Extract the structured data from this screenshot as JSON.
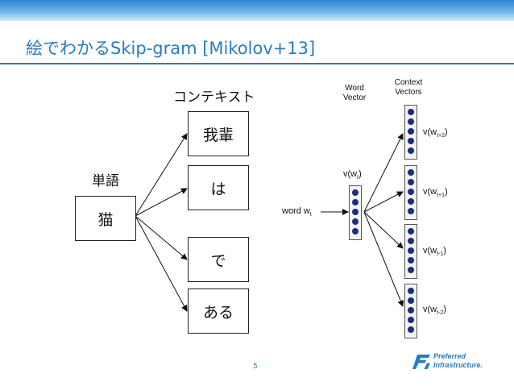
{
  "slide": {
    "title": "絵でわかるSkip-gram [Mikolov+13]",
    "page_number": "5"
  },
  "left_diagram": {
    "context_label": "コンテキスト",
    "word_label": "単語",
    "center_word": "猫",
    "context_words": [
      "我輩",
      "は",
      "で",
      "ある"
    ]
  },
  "right_diagram": {
    "word_vector_header": [
      "Word",
      "Vector"
    ],
    "context_vectors_header": [
      "Context",
      "Vectors"
    ],
    "input_label": "word w",
    "input_sub": "t",
    "word_vec_label": "v(w",
    "word_vec_sub": "t",
    "context_labels": [
      {
        "text": "v(w",
        "sub": "t+2",
        "close": ")"
      },
      {
        "text": "v(w",
        "sub": "t+1",
        "close": ")"
      },
      {
        "text": "v(w",
        "sub": "t-1",
        "close": ")"
      },
      {
        "text": "v(w",
        "sub": "t-2",
        "close": ")"
      }
    ]
  },
  "logo": {
    "line1": "Preferred",
    "line2": "Infrastructure.",
    "color": "#2a7bbf"
  },
  "colors": {
    "accent": "#2a7bbf",
    "vector_dot": "#1b2f7a"
  }
}
